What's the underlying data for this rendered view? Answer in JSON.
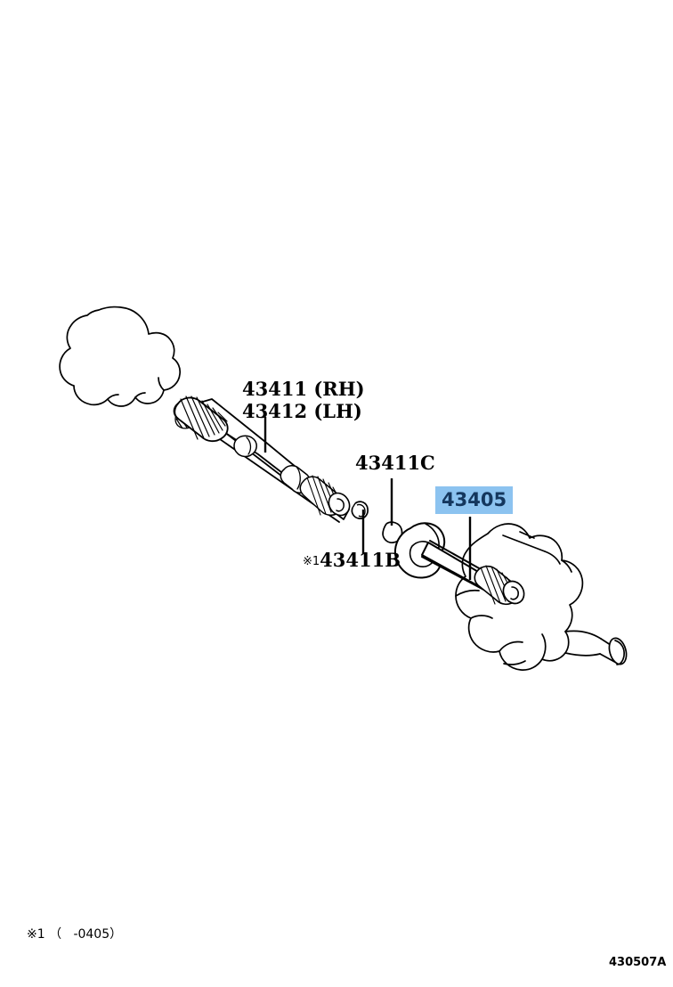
{
  "diagram": {
    "title": "Toyota front drive shaft / axle assembly exploded parts diagram",
    "drawing_code": "430507A",
    "background_color": "#ffffff",
    "line_color": "#000000",
    "highlight_fill": "#8cc3f0",
    "highlight_text_color": "#14375e"
  },
  "labels": {
    "shaft_rh": "43411 (RH)",
    "shaft_lh": "43412 (LH)",
    "bearing_c": "43411C",
    "note_mark": "※1",
    "ring_b": "43411B",
    "inner_shaft": "43405"
  },
  "footnote": {
    "text": "※1 （   -0405）"
  },
  "parts": [
    {
      "number": "43411",
      "side": "RH",
      "name": "drive-shaft-assembly"
    },
    {
      "number": "43412",
      "side": "LH",
      "name": "drive-shaft-assembly"
    },
    {
      "number": "43411C",
      "side": "",
      "name": "snap-ring"
    },
    {
      "number": "43411B",
      "side": "",
      "name": "snap-ring",
      "note": "※1"
    },
    {
      "number": "43405",
      "side": "",
      "name": "inner-shaft-assembly",
      "highlighted": true
    }
  ]
}
